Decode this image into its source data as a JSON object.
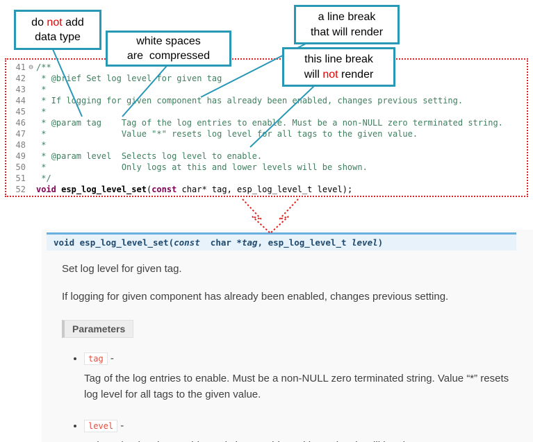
{
  "colors": {
    "teal": "#2898B5",
    "red": "#E60000",
    "dotted_red": "#E02020",
    "comment_green": "#3F7F5F",
    "keyword_purple": "#7F0055",
    "param_red": "#E74C3C",
    "sig_border_blue": "#6AB0DE",
    "sig_bg": "#E7F2FA",
    "sig_text": "#204A6E"
  },
  "callouts": [
    {
      "name": "no-datatype",
      "lines": [
        [
          {
            "t": "do "
          },
          {
            "t": "not",
            "red": true
          },
          {
            "t": " add"
          }
        ],
        [
          {
            "t": "data type"
          }
        ]
      ]
    },
    {
      "name": "whitespace-compressed",
      "lines": [
        [
          {
            "t": "white spaces"
          }
        ],
        [
          {
            "t": "are  compressed"
          }
        ]
      ]
    },
    {
      "name": "line-break-renders",
      "lines": [
        [
          {
            "t": "a line break"
          }
        ],
        [
          {
            "t": "that will render"
          }
        ]
      ]
    },
    {
      "name": "line-break-not-render",
      "lines": [
        [
          {
            "t": "this line break"
          }
        ],
        [
          {
            "t": "will "
          },
          {
            "t": "not",
            "red": true
          },
          {
            "t": " render"
          }
        ]
      ]
    }
  ],
  "code": {
    "lines": [
      {
        "num": "41",
        "fold": "⊖",
        "segs": [
          {
            "t": "/**",
            "c": "comment"
          }
        ]
      },
      {
        "num": "42",
        "fold": "",
        "segs": [
          {
            "t": " * @brief Set log level for given tag",
            "c": "comment"
          }
        ]
      },
      {
        "num": "43",
        "fold": "",
        "segs": [
          {
            "t": " *",
            "c": "comment"
          }
        ]
      },
      {
        "num": "44",
        "fold": "",
        "segs": [
          {
            "t": " * If logging for given component has already been enabled, changes previous setting.",
            "c": "comment"
          }
        ]
      },
      {
        "num": "45",
        "fold": "",
        "segs": [
          {
            "t": " *",
            "c": "comment"
          }
        ]
      },
      {
        "num": "46",
        "fold": "",
        "segs": [
          {
            "t": " * @param tag    Tag of the log entries to enable. Must be a non-NULL zero terminated string.",
            "c": "comment"
          }
        ]
      },
      {
        "num": "47",
        "fold": "",
        "segs": [
          {
            "t": " *               Value \"*\" resets log level for all tags to the given value.",
            "c": "comment"
          }
        ]
      },
      {
        "num": "48",
        "fold": "",
        "segs": [
          {
            "t": " *",
            "c": "comment"
          }
        ]
      },
      {
        "num": "49",
        "fold": "",
        "segs": [
          {
            "t": " * @param level  Selects log level to enable.",
            "c": "comment"
          }
        ]
      },
      {
        "num": "50",
        "fold": "",
        "segs": [
          {
            "t": " *               Only logs at this and lower levels will be shown.",
            "c": "comment"
          }
        ]
      },
      {
        "num": "51",
        "fold": "",
        "segs": [
          {
            "t": " */",
            "c": "comment"
          }
        ]
      },
      {
        "num": "52",
        "fold": "",
        "segs": [
          {
            "t": "void",
            "c": "keyword"
          },
          {
            "t": " ",
            "c": "plain"
          },
          {
            "t": "esp_log_level_set",
            "c": "func"
          },
          {
            "t": "(",
            "c": "plain"
          },
          {
            "t": "const",
            "c": "keyword"
          },
          {
            "t": " char* tag, esp_log_level_t level);",
            "c": "plain"
          }
        ]
      }
    ]
  },
  "doc": {
    "signature": [
      {
        "t": "void",
        "style": "kw"
      },
      {
        "t": " ",
        "style": ""
      },
      {
        "t": "esp_log_level_set",
        "style": "name"
      },
      {
        "t": "(",
        "style": ""
      },
      {
        "t": "const",
        "style": "kw-it"
      },
      {
        "t": "  char *",
        "style": ""
      },
      {
        "t": "tag",
        "style": "param"
      },
      {
        "t": ", ",
        "style": ""
      },
      {
        "t": "esp_log_level_t ",
        "style": ""
      },
      {
        "t": "level",
        "style": "param"
      },
      {
        "t": ")",
        "style": ""
      }
    ],
    "p1": "Set log level for given tag.",
    "p2": "If logging for given component has already been enabled, changes previous setting.",
    "params_label": "Parameters",
    "params": [
      {
        "name": "tag",
        "dash": "-",
        "desc": "Tag of the log entries to enable. Must be a non-NULL zero terminated string. Value “*” resets log level for all tags to the given value."
      },
      {
        "name": "level",
        "dash": "-",
        "desc": "Selects log level to enable. Only logs at this and lower levels will be shown."
      }
    ]
  }
}
